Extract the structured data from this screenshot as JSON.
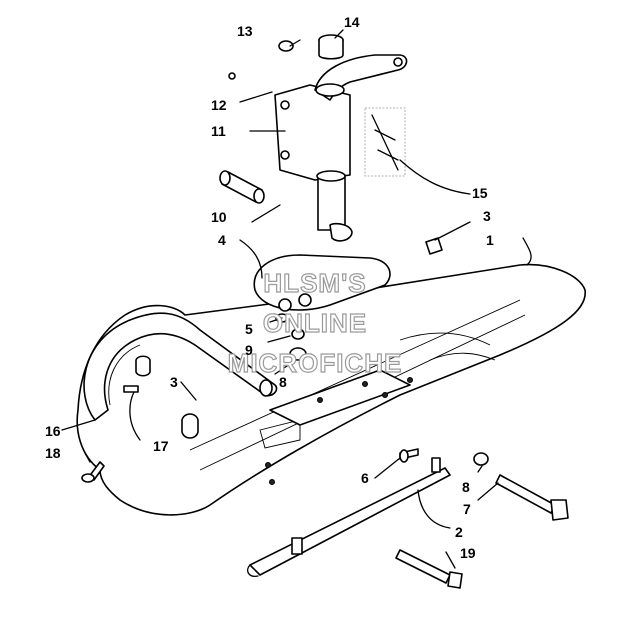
{
  "callouts": [
    "1",
    "2",
    "3",
    "3",
    "4",
    "5",
    "6",
    "7",
    "8",
    "8",
    "9",
    "10",
    "11",
    "12",
    "13",
    "14",
    "15",
    "16",
    "17",
    "18",
    "19"
  ],
  "watermark": [
    "HLSM'S",
    "ONLINE",
    "MICROFICHE"
  ]
}
